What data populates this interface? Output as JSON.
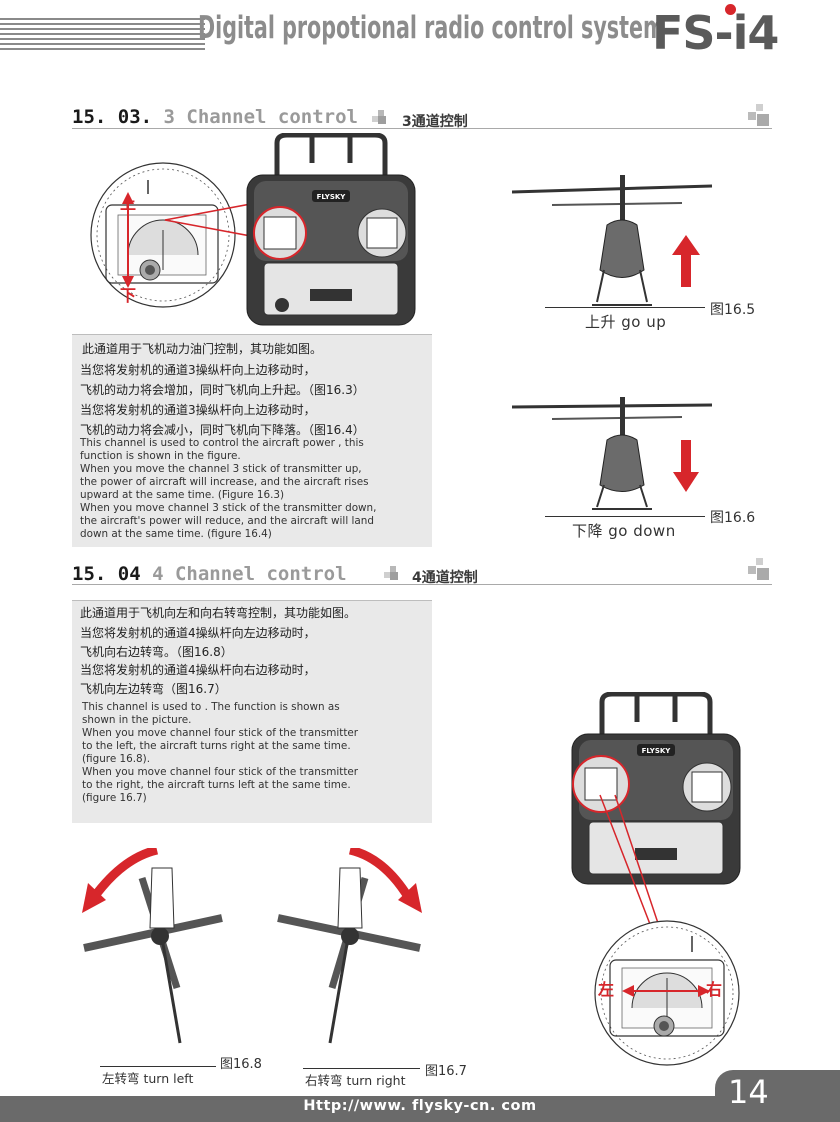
{
  "header": {
    "title": "Digital propotional radio control system",
    "model_prefix": "FS-",
    "model_suffix": "i4"
  },
  "sections": {
    "ch3": {
      "number": "15. 03.",
      "name": "3 Channel control",
      "cn": "3通道控制",
      "stick_up": "上",
      "stick_down": "下",
      "brand": "FLYSKY",
      "cn_lines": [
        "此通道用于飞机动力油门控制，其功能如图。",
        "当您将发射机的通道3操纵杆向上边移动时，",
        "飞机的动力将会增加，同时飞机向上升起。（图16.3）",
        "当您将发射机的通道3操纵杆向上边移动时，",
        "飞机的动力将会减小，同时飞机向下降落。（图16.4）"
      ],
      "en_text": "This channel is used to control the aircraft power , this\nfunction is shown in the figure.\nWhen you move the channel 3 stick of transmitter up,\nthe power of aircraft will increase, and the aircraft rises\nupward at the same time. (Figure 16.3)\nWhen you move channel 3 stick of the transmitter down,\nthe aircraft's power will reduce, and the aircraft will land\ndown at the same time. (figure 16.4)",
      "fig_up": "图16.5",
      "cap_up": "上升 go up",
      "fig_down": "图16.6",
      "cap_down": "下降 go down"
    },
    "ch4": {
      "number": "15. 04",
      "name": "4 Channel control",
      "cn": "4通道控制",
      "brand": "FLYSKY",
      "stick_left": "左",
      "stick_right": "右",
      "cn_lines": [
        "此通道用于飞机向左和向右转弯控制，其功能如图。",
        "当您将发射机的通道4操纵杆向左边移动时，",
        "飞机向右边转弯。（图16.8）",
        "当您将发射机的通道4操纵杆向右边移动时，",
        "飞机向左边转弯（图16.7）"
      ],
      "en_text": "This channel is used to . The function is shown as\nshown in the picture.\nWhen you move channel four stick of the transmitter\nto the left,  the aircraft turns right at the same time.\n(figure 16.8).\nWhen you move channel four stick of the transmitter\nto the right,  the aircraft turns  left at the same time.\n(figure 16.7)",
      "fig_left": "图16.8",
      "cap_left": "左转弯 turn left",
      "fig_right": "图16.7",
      "cap_right": "右转弯 turn right"
    }
  },
  "footer": {
    "url": "Http://www. flysky-cn. com",
    "page": "14"
  },
  "colors": {
    "accent_red": "#d7262b",
    "grey_text": "#9a9a9a",
    "footer_bg": "#6a6a6a"
  }
}
